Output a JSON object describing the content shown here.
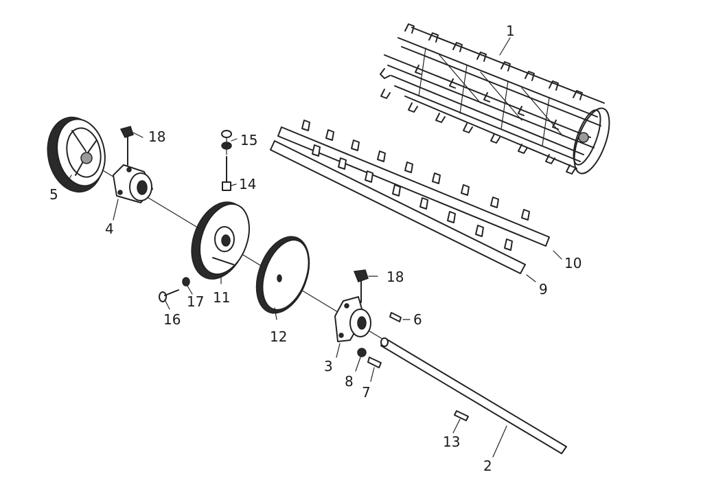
{
  "labels": {
    "p1": "1",
    "p2": "2",
    "p3": "3",
    "p4": "4",
    "p5": "5",
    "p6": "6",
    "p7": "7",
    "p8": "8",
    "p9": "9",
    "p10": "10",
    "p11": "11",
    "p12": "12",
    "p13": "13",
    "p14": "14",
    "p15": "15",
    "p16": "16",
    "p17": "17",
    "p18a": "18",
    "p18b": "18"
  }
}
